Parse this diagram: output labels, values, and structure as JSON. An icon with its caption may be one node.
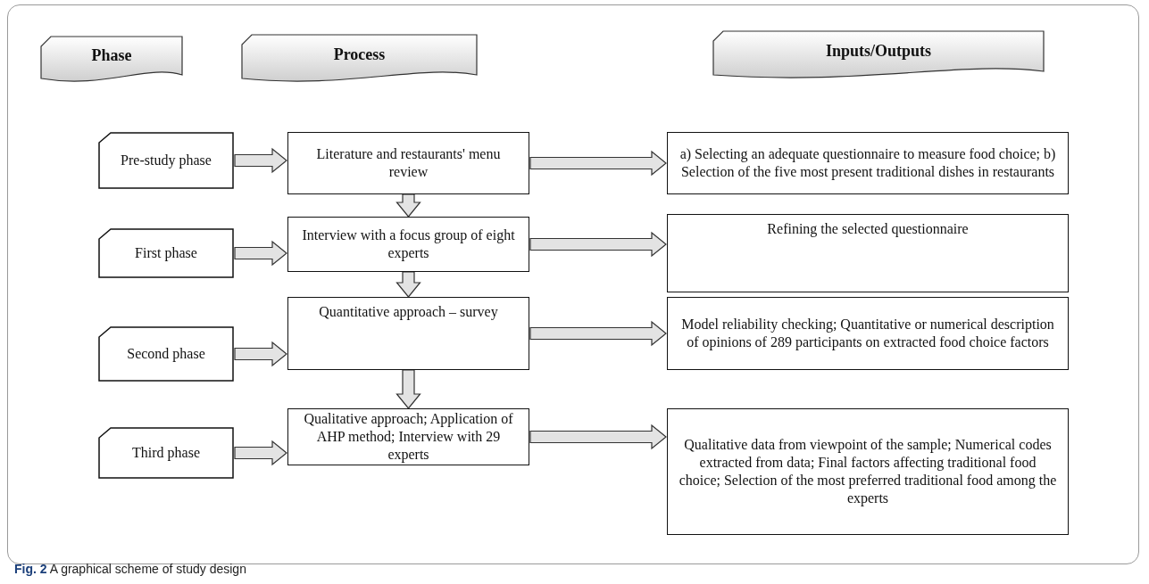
{
  "diagram": {
    "caption": "**Fig. 2** A graphical scheme of study design",
    "nodes": [
      {
        "text": [
          "Phase"
        ]
      },
      {
        "text": [
          "Process"
        ]
      },
      {
        "text": [
          "Inputs/Outputs"
        ]
      },
      {
        "text": [
          "Pre-study phase"
        ]
      },
      {
        "text": [
          "Literature and restaurants' menu review"
        ]
      },
      {
        "text": [
          "a) Selecting an adequate questionnaire to measure food choice; b) Selection of the five most present traditional dishes in restaurants"
        ]
      },
      {
        "text": [
          "First phase"
        ]
      },
      {
        "text": [
          "Interview with a focus group of eight experts"
        ]
      },
      {
        "text": [
          "Refining the selected questionnaire"
        ]
      },
      {
        "text": [
          "Second phase"
        ]
      },
      {
        "text": [
          "Quantitative approach – survey"
        ]
      },
      {
        "text": [
          "Model reliability checking; Quantitative or numerical description of opinions of 289 participants on extracted food choice factors"
        ]
      },
      {
        "text": [
          "Third phase"
        ]
      },
      {
        "text": [
          "Qualitative approach; Application of AHP method; Interview with 29 experts"
        ]
      },
      {
        "text": [
          "Qualitative data from viewpoint of the sample; Numerical codes extracted from data; Final factors affecting traditional food choice; Selection of the most preferred traditional food among the experts"
        ]
      }
    ],
    "edges": [
      {
        "from": 3,
        "to": 4,
        "arrow": "to"
      },
      {
        "from": 4,
        "to": 5,
        "arrow": "to"
      },
      {
        "from": 4,
        "to": 7,
        "arrow": "to"
      },
      {
        "from": 6,
        "to": 7,
        "arrow": "to"
      },
      {
        "from": 7,
        "to": 8,
        "arrow": "to"
      },
      {
        "from": 7,
        "to": 10,
        "arrow": "to"
      },
      {
        "from": 9,
        "to": 10,
        "arrow": "to"
      },
      {
        "from": 10,
        "to": 11,
        "arrow": "to"
      },
      {
        "from": 10,
        "to": 13,
        "arrow": "to"
      },
      {
        "from": 12,
        "to": 13,
        "arrow": "to"
      },
      {
        "from": 13,
        "to": 14,
        "arrow": "to"
      }
    ]
  }
}
